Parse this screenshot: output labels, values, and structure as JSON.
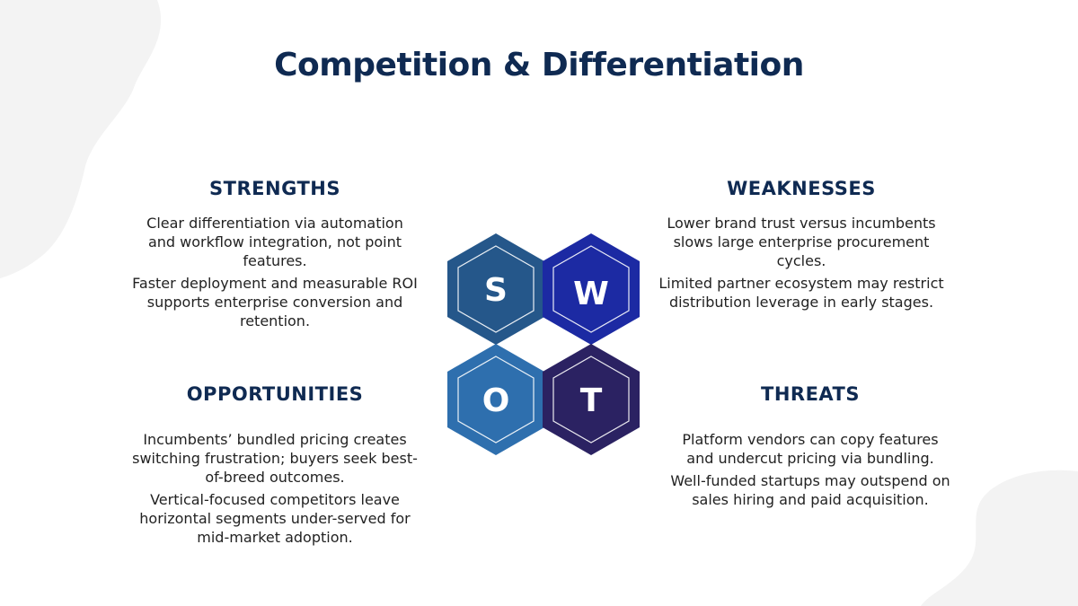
{
  "slide": {
    "title": "Competition & Differentiation"
  },
  "colors": {
    "title": "#0f2a52",
    "hex_s": "#25578a",
    "hex_w": "#1c2aa3",
    "hex_o": "#2e6fae",
    "hex_t": "#2b2262",
    "background_blob": "#f3f3f3"
  },
  "swot": {
    "strengths": {
      "letter": "S",
      "heading": "STRENGTHS",
      "points": [
        "Clear differentiation via automation and workflow integration, not point features.",
        "Faster deployment and measurable ROI supports enterprise conversion and retention."
      ]
    },
    "weaknesses": {
      "letter": "W",
      "heading": "WEAKNESSES",
      "points": [
        "Lower brand trust versus incumbents slows large enterprise procurement cycles.",
        "Limited partner ecosystem may restrict distribution leverage in early stages."
      ]
    },
    "opportunities": {
      "letter": "O",
      "heading": "OPPORTUNITIES",
      "points": [
        "Incumbents’ bundled pricing creates switching frustration; buyers seek best-of-breed outcomes.",
        "Vertical-focused competitors leave horizontal segments under-served for mid-market adoption."
      ]
    },
    "threats": {
      "letter": "T",
      "heading": "THREATS",
      "points": [
        "Platform vendors can copy features and undercut pricing via bundling.",
        "Well-funded startups may outspend on sales hiring and paid acquisition."
      ]
    }
  }
}
